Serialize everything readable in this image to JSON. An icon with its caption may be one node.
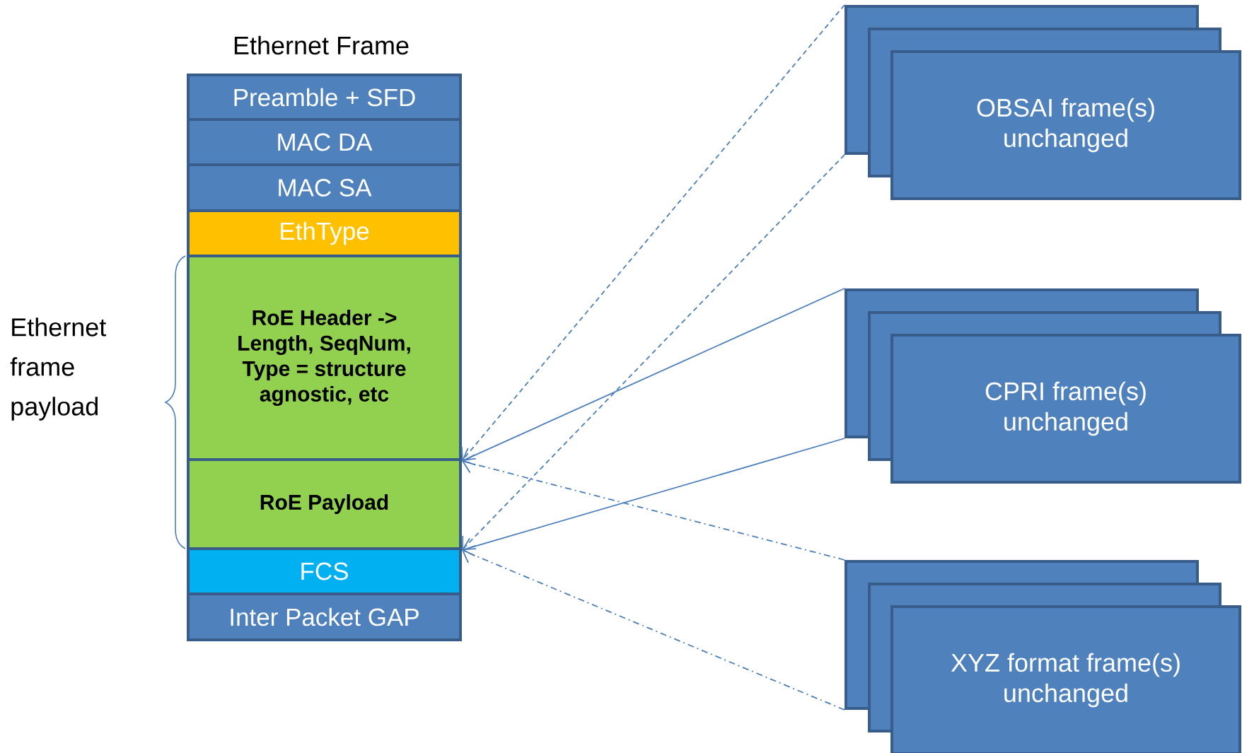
{
  "diagram": {
    "title": "Ethernet Frame",
    "nodes": [
      {
        "text": [
          "Preamble + SFD"
        ]
      },
      {
        "text": [
          "MAC DA"
        ]
      },
      {
        "text": [
          "MAC SA"
        ]
      },
      {
        "text": [
          "EthType"
        ]
      },
      {
        "text": [
          "RoE Header -> Length, SeqNum, Type = structure agnostic, etc"
        ]
      },
      {
        "text": [
          "RoE Payload"
        ]
      },
      {
        "text": [
          "FCS"
        ]
      },
      {
        "text": [
          "Inter Packet GAP"
        ]
      },
      {
        "text": [],
        "shape": "box"
      },
      {
        "text": [],
        "shape": "box"
      },
      {
        "text": [
          "OBSAI frame(s) unchanged"
        ]
      },
      {
        "text": [],
        "shape": "box"
      },
      {
        "text": [],
        "shape": "box"
      },
      {
        "text": [
          "CPRI frame(s) unchanged"
        ]
      },
      {
        "text": [],
        "shape": "box"
      },
      {
        "text": [],
        "shape": "box"
      },
      {
        "text": [
          "XYZ format frame(s) unchanged"
        ]
      }
    ],
    "edges": [
      {
        "from": 8,
        "to": 4,
        "arrow": "to",
        "style": "dashed"
      },
      {
        "from": 8,
        "to": 5,
        "arrow": "to",
        "style": "dashed"
      },
      {
        "from": 11,
        "to": 4,
        "arrow": "to"
      },
      {
        "from": 11,
        "to": 5,
        "arrow": "to"
      },
      {
        "from": 14,
        "to": 4,
        "arrow": "to",
        "style": "dashed"
      },
      {
        "from": 14,
        "to": 5,
        "arrow": "to",
        "style": "dashed"
      }
    ],
    "labels": [
      "Ethernet frame payload"
    ]
  }
}
